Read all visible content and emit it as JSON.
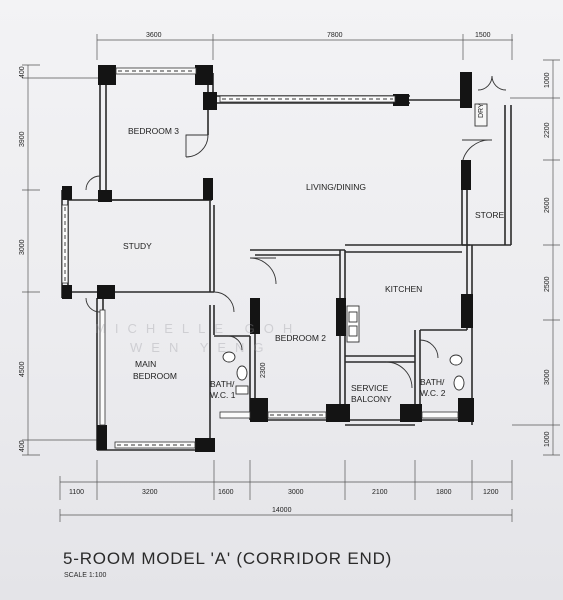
{
  "title": "5-ROOM MODEL 'A' (CORRIDOR END)",
  "scale": "SCALE  1:100",
  "rooms": {
    "bedroom3": "BEDROOM 3",
    "living_dining": "LIVING/DINING",
    "store": "STORE",
    "study": "STUDY",
    "kitchen": "KITCHEN",
    "bedroom2": "BEDROOM 2",
    "main_bedroom_1": "MAIN",
    "main_bedroom_2": "BEDROOM",
    "bath1_1": "BATH/",
    "bath1_2": "W.C. 1",
    "service_1": "SERVICE",
    "service_2": "BALCONY",
    "bath2_1": "BATH/",
    "bath2_2": "W.C. 2",
    "dry_area": "DRY"
  },
  "dims": {
    "top": [
      "3600",
      "7800",
      "1500"
    ],
    "bottom": [
      "1100",
      "3200",
      "1600",
      "3000",
      "2100",
      "1800",
      "1200"
    ],
    "total": "14000",
    "left": [
      "400",
      "3900",
      "3000",
      "4500",
      "400"
    ],
    "right": [
      "1000",
      "2200",
      "2600",
      "2500",
      "3000",
      "1000"
    ],
    "bath1": "2300"
  },
  "watermark": {
    "line1": "MICHELLE GOH",
    "line2": "WEN YENG"
  }
}
